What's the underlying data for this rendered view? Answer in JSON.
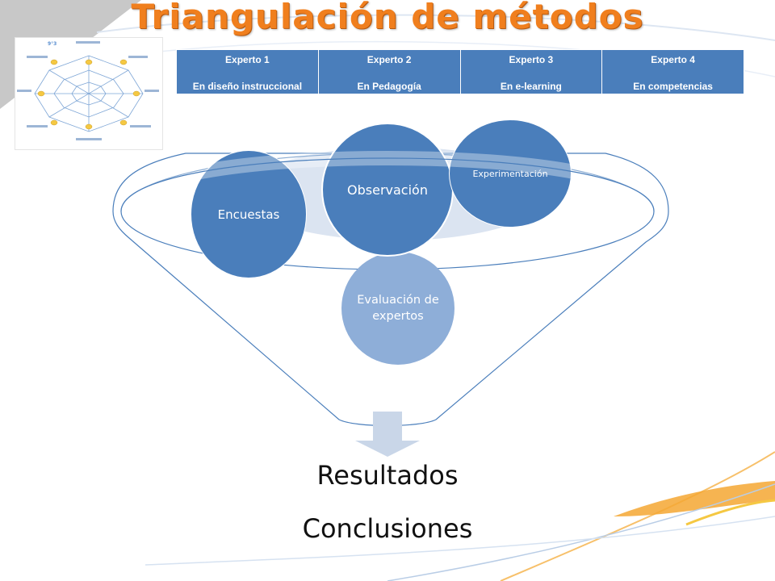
{
  "title": "Triangulación de métodos",
  "experts": [
    {
      "name": "Experto 1",
      "field": "En diseño instruccional"
    },
    {
      "name": "Experto 2",
      "field": "En Pedagogía"
    },
    {
      "name": "Experto 3",
      "field": "En e-learning"
    },
    {
      "name": "Experto 4",
      "field": "En competencias"
    }
  ],
  "thumbnail": {
    "label": "9°3"
  },
  "methods": {
    "encuestas": "Encuestas",
    "observacion": "Observación",
    "experimentacion": "Experimentación",
    "evaluacion": "Evaluación de expertos"
  },
  "outputs": {
    "resultados": "Resultados",
    "conclusiones": "Conclusiones"
  },
  "colors": {
    "title_orange": "#f07f1e",
    "method_blue": "#4a7ebb",
    "light_blue": "#8eaed8",
    "funnel_line": "#4a7ebb",
    "accent_yellow": "#f5c842"
  }
}
